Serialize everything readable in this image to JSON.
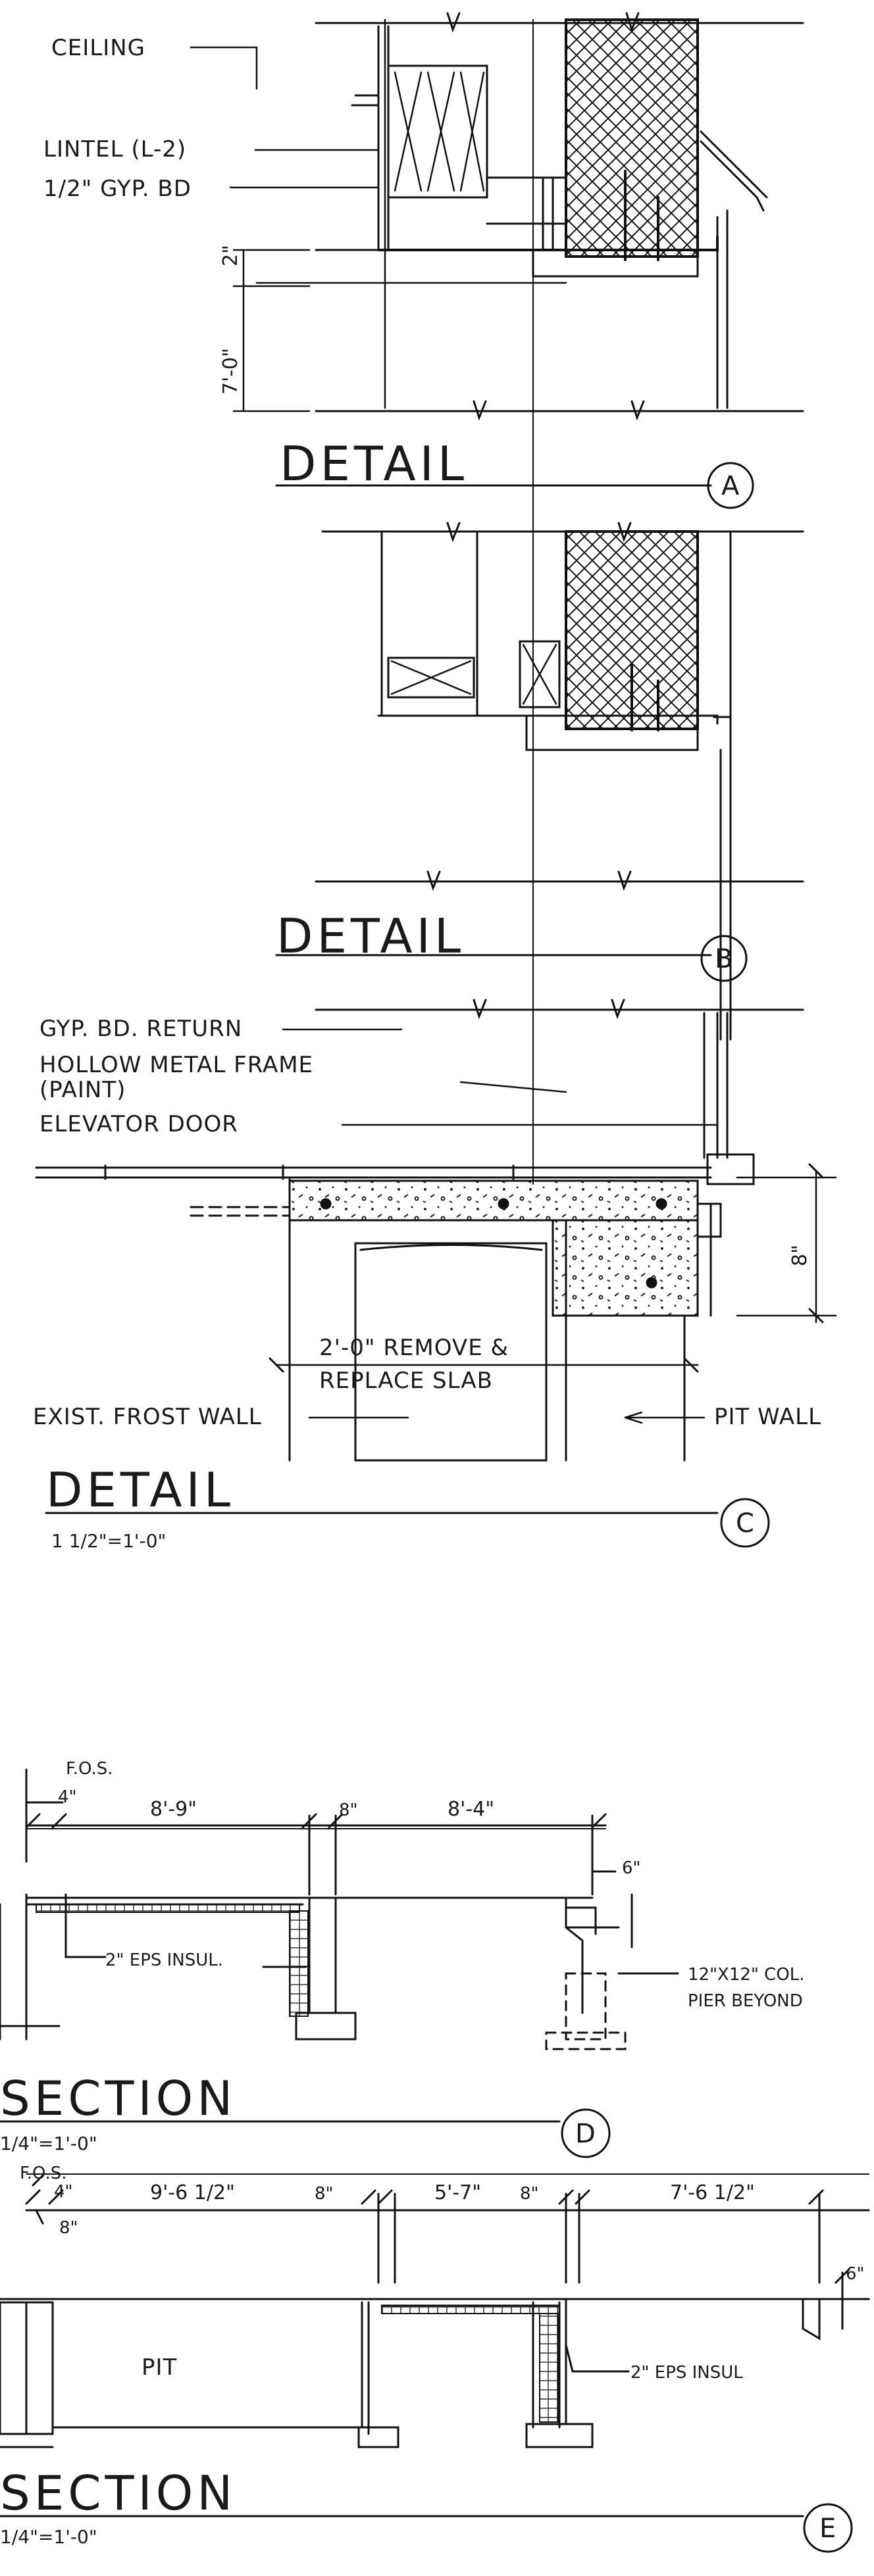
{
  "sheet": {
    "detail_a": {
      "notes": [
        "CEILING",
        "LINTEL (L-2)",
        "1/2\" GYP. BD",
        "2\"",
        "7'-0\""
      ],
      "title": "DETAIL",
      "marker": "A"
    },
    "detail_b": {
      "title": "DETAIL",
      "marker": "B"
    },
    "detail_c": {
      "notes": [
        "GYP. BD. RETURN",
        "HOLLOW METAL FRAME",
        "(PAINT)",
        "ELEVATOR DOOR",
        "2'-0\" REMOVE &",
        "REPLACE SLAB",
        "EXIST. FROST WALL",
        "PIT WALL",
        "8\""
      ],
      "title": "DETAIL",
      "scale": "1 1/2\"=1'-0\"",
      "marker": "C"
    },
    "section_d": {
      "notes": [
        "F.O.S.",
        "4\"",
        "8'-9\"",
        "8\"",
        "8'-4\"",
        "6\"",
        "2\" EPS INSUL.",
        "12\"X12\" COL.",
        "PIER BEYOND"
      ],
      "title": "SECTION",
      "scale": "1/4\"=1'-0\"",
      "marker": "D"
    },
    "section_e": {
      "notes": [
        "F.O.S.",
        "4\"",
        "8\"",
        "9'-6 1/2\"",
        "8\"",
        "5'-7\"",
        "8\"",
        "7'-6 1/2\"",
        "6\"",
        "PIT",
        "2\" EPS INSUL"
      ],
      "title": "SECTION",
      "scale": "1/4\"=1'-0\"",
      "marker": "E"
    }
  }
}
